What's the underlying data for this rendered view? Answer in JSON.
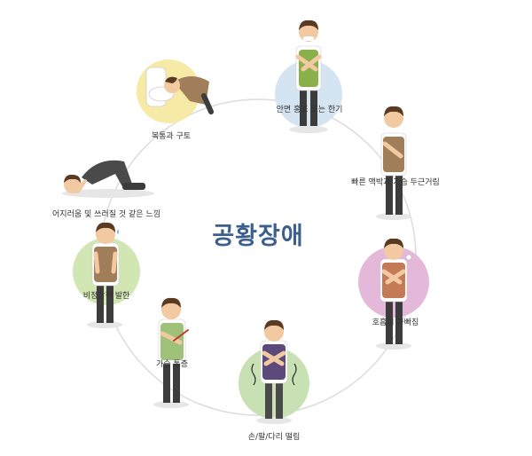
{
  "center": {
    "title": "공황장애",
    "color": "#3d5f8e"
  },
  "colors": {
    "ring": "#dcdcdc",
    "skin": "#f2c9a0",
    "hair": "#5a3a22",
    "pants": "#3c3c3c",
    "shirt": "#ffffff"
  },
  "symptoms": [
    {
      "label": "안면 홍조 또는 한기",
      "bg": "#d4e4f1",
      "vest": "#8ab04a",
      "icon": "face-flush-icon"
    },
    {
      "label": "빠른 맥박과 가슴 두근거림",
      "bg": "",
      "vest": "#a07e5a",
      "icon": "heart-pounding-icon"
    },
    {
      "label": "호흡이 가빠짐",
      "bg": "#e3b8d8",
      "vest": "#c47a55",
      "icon": "breathing-icon"
    },
    {
      "label": "손/팔/다리 떨림",
      "bg": "#c7e1b4",
      "vest": "#5b4a7a",
      "icon": "trembling-icon"
    },
    {
      "label": "가슴 통증",
      "bg": "",
      "vest": "#9fc27a",
      "icon": "chest-pain-icon"
    },
    {
      "label": "비정상적 발한",
      "bg": "#d2e6b4",
      "vest": "#a07e5a",
      "icon": "sweating-icon"
    },
    {
      "label": "어지러움 및 쓰러질 것 같은 느낌",
      "bg": "",
      "vest": "#4a4a4a",
      "icon": "dizziness-icon"
    },
    {
      "label": "복통과 구토",
      "bg": "#f7e9a6",
      "vest": "#a07e5a",
      "icon": "vomiting-icon"
    }
  ]
}
